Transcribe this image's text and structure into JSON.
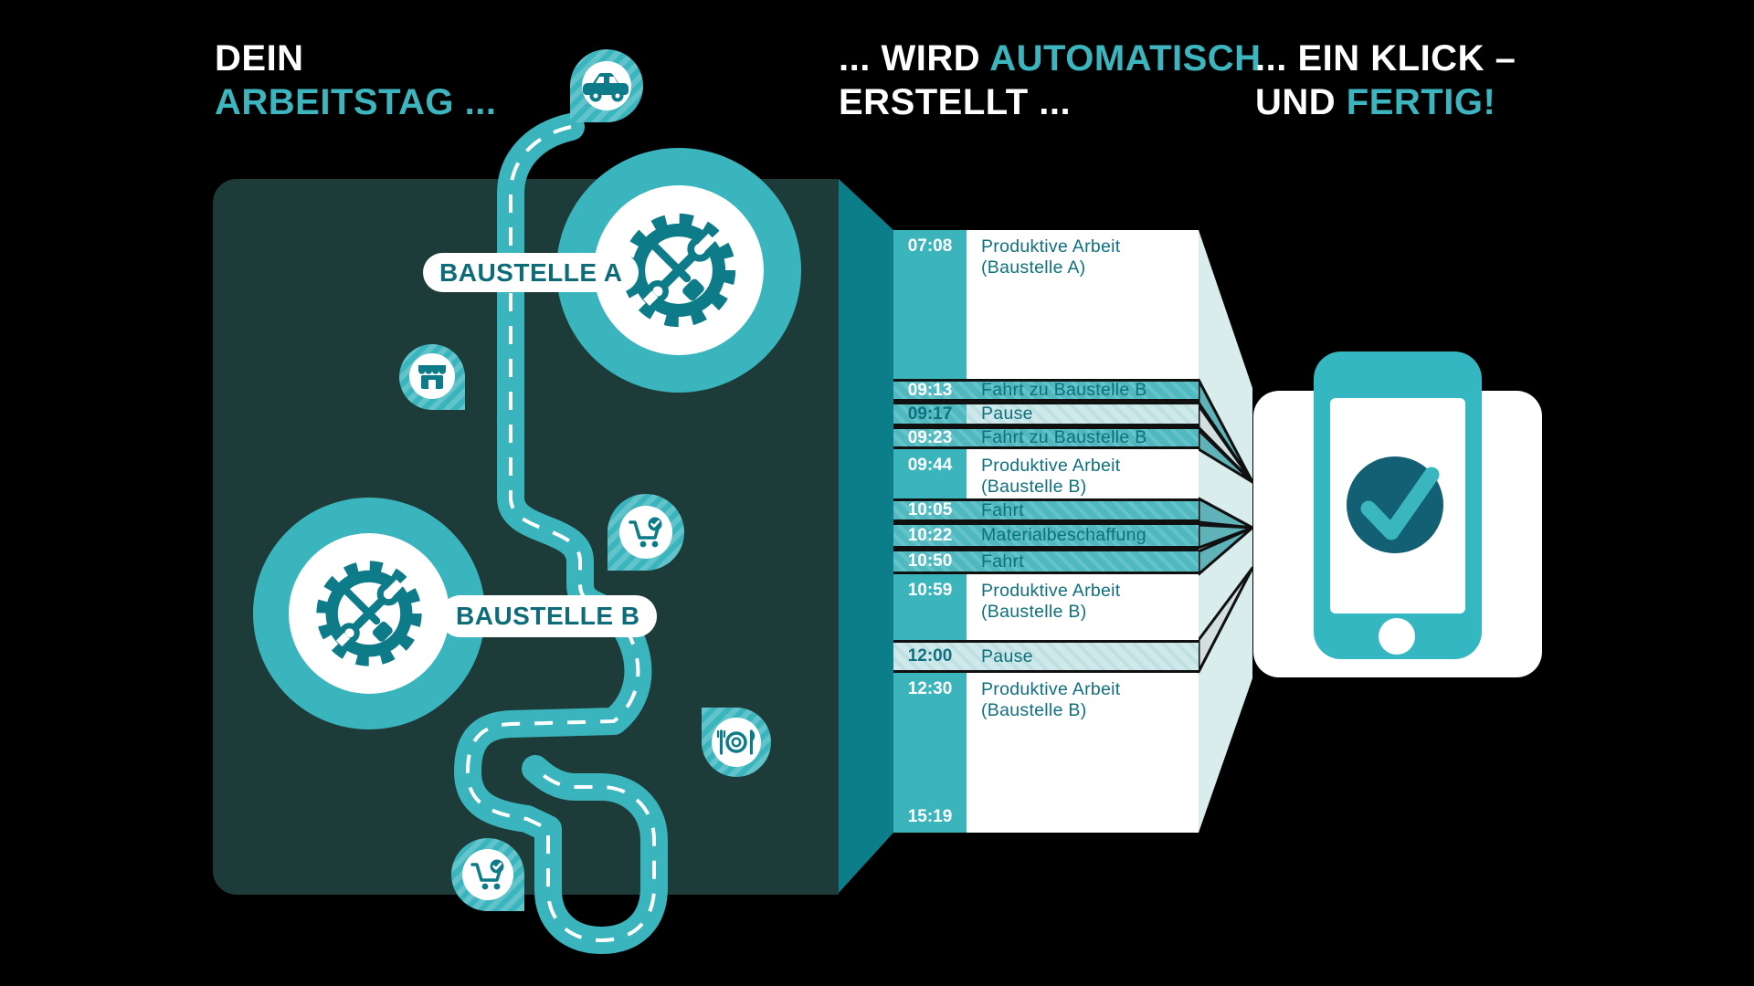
{
  "header": {
    "left": {
      "line1": "DEIN",
      "line2": "ARBEITSTAG ..."
    },
    "middle": {
      "line1_prefix": "... WIRD ",
      "line1_accent": "AUTOMATISCH",
      "line2": "ERSTELLT ..."
    },
    "right": {
      "line1": "... EIN KLICK –",
      "line2_prefix": "UND ",
      "line2_accent": "FERTIG!"
    }
  },
  "map_panel": {
    "site_a_label": "BAUSTELLE A",
    "site_b_label": "BAUSTELLE B",
    "icons": [
      "car-icon",
      "shop-icon",
      "cart-check-icon",
      "meal-icon",
      "cart-check-icon",
      "gear-tools-icon"
    ]
  },
  "timesheet": {
    "rows": [
      {
        "time": "07:08",
        "label": "Produktive Arbeit",
        "label2": "(Baustelle A)",
        "type": "work"
      },
      {
        "time": "09:13",
        "label": "Fahrt zu Baustelle B",
        "type": "drive"
      },
      {
        "time": "09:17",
        "label": "Pause",
        "type": "pause"
      },
      {
        "time": "09:23",
        "label": "Fahrt zu Baustelle B",
        "type": "drive"
      },
      {
        "time": "09:44",
        "label": "Produktive Arbeit",
        "label2": "(Baustelle B)",
        "type": "work"
      },
      {
        "time": "10:05",
        "label": "Fahrt",
        "type": "drive"
      },
      {
        "time": "10:22",
        "label": "Materialbeschaffung",
        "type": "drive"
      },
      {
        "time": "10:50",
        "label": "Fahrt",
        "type": "drive"
      },
      {
        "time": "10:59",
        "label": "Produktive Arbeit",
        "label2": "(Baustelle B)",
        "type": "work"
      },
      {
        "time": "12:00",
        "label": "Pause",
        "type": "pause"
      },
      {
        "time": "12:30",
        "label": "Produktive Arbeit",
        "label2": "(Baustelle B)",
        "type": "work"
      }
    ],
    "end_time": "15:19"
  },
  "phone": {
    "icon": "check-icon"
  },
  "colors": {
    "accent": "#3cb5be",
    "panel": "#1d3b38",
    "wedge": "#0c7e8a",
    "time_column": "#3bb4bc",
    "dark_text": "#10707e",
    "icon_dark": "#0d7b88",
    "band": "#d9eded",
    "check_circle": "#135f73",
    "white": "#ffffff",
    "black": "#000000"
  }
}
